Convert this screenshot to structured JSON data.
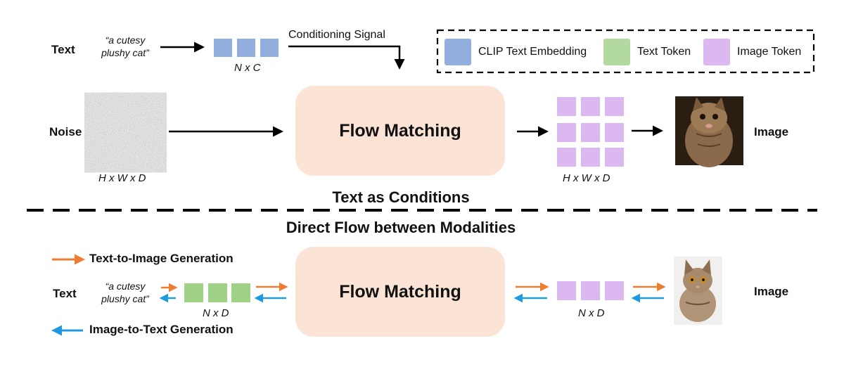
{
  "colors": {
    "clip_embedding": "#92aedf",
    "text_token": "#b2daa0",
    "text_token_bottom": "#9fd187",
    "image_token": "#dcb8f0",
    "flow_box": "#fbe4d5",
    "orange_arrow": "#ed7d31",
    "blue_arrow": "#1e9be0"
  },
  "top": {
    "text_label": "Text",
    "prompt_line1": "“a cutesy",
    "prompt_line2": "plushy cat”",
    "embedding_dims": "N x C",
    "conditioning_label": "Conditioning Signal",
    "noise_label": "Noise",
    "noise_dims": "H x W x D",
    "flow_label": "Flow Matching",
    "token_dims": "H x W x D",
    "image_label": "Image",
    "section_title": "Text as Conditions"
  },
  "legend": {
    "clip": "CLIP Text Embedding",
    "text_token": "Text Token",
    "image_token": "Image Token"
  },
  "bottom": {
    "section_title": "Direct Flow between Modalities",
    "t2i_label": "Text-to-Image Generation",
    "i2t_label": "Image-to-Text Generation",
    "text_label": "Text",
    "prompt_line1": "“a cutesy",
    "prompt_line2": "plushy cat”",
    "text_dims": "N x D",
    "flow_label": "Flow Matching",
    "image_dims": "N x D",
    "image_label": "Image"
  }
}
